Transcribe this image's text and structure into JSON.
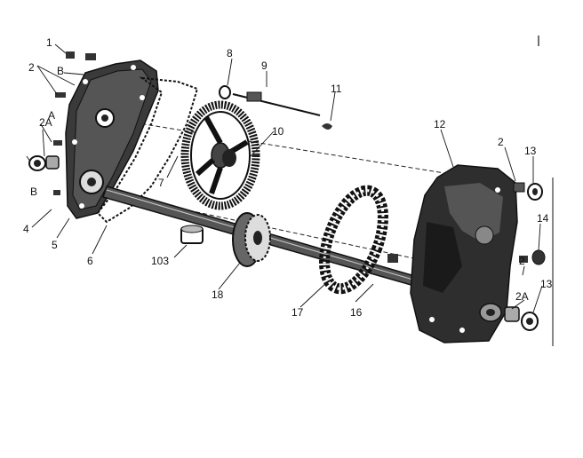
{
  "callouts": {
    "c1": "1",
    "c2a": "2",
    "cB1": "B",
    "c2A": "2A",
    "cA": "A",
    "cB2": "B",
    "c4": "4",
    "c5": "5",
    "c6": "6",
    "c7": "7",
    "c8": "8",
    "c9": "9",
    "c10": "10",
    "c11": "11",
    "c12": "12",
    "c2b": "2",
    "c13a": "13",
    "c14": "14",
    "c2c": "2",
    "c2A2": "2A",
    "c13b": "13",
    "c103": "103",
    "c18": "18",
    "c17": "17",
    "c16": "16"
  }
}
